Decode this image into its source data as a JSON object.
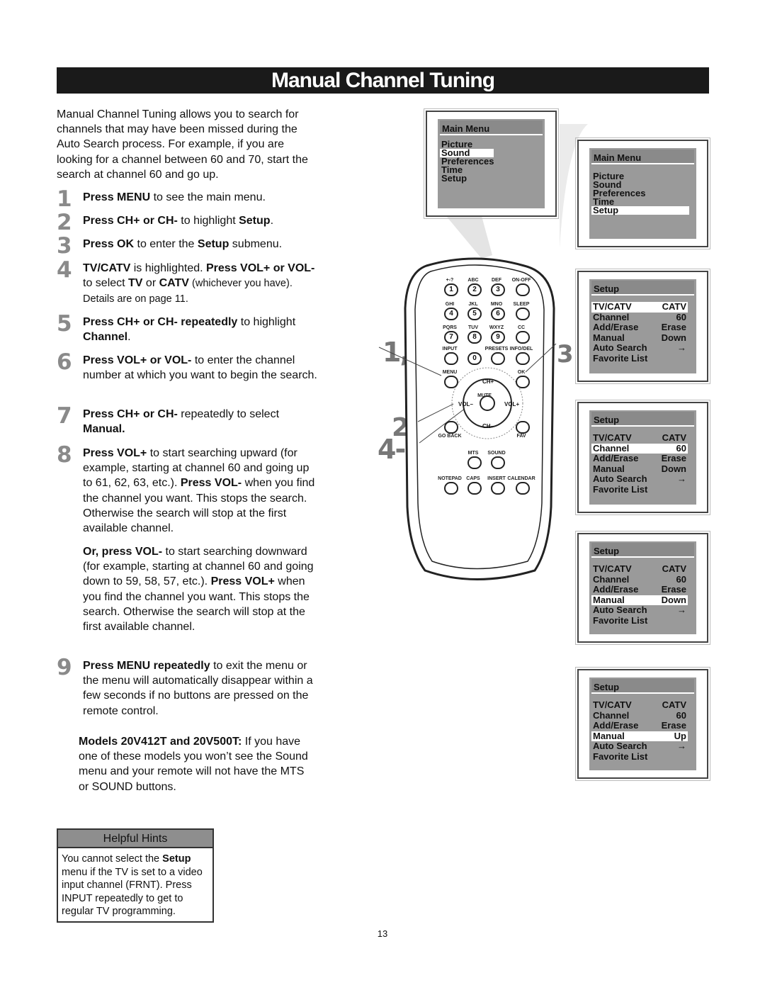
{
  "title": "Manual Channel Tuning",
  "intro": "Manual Channel Tuning allows you to search for channels that may have been missed during the Auto Search process. For example, if you are looking for a channel between 60 and 70, start the search at channel 60 and go up.",
  "steps": [
    {
      "n": "1",
      "a": "Press MENU",
      "b": " to see the main menu."
    },
    {
      "n": "2",
      "a": "Press CH+ or CH-",
      "b": " to highlight ",
      "c": "Setup",
      "d": "."
    },
    {
      "n": "3",
      "a": "Press OK",
      "b": " to enter the ",
      "c": "Setup",
      "d": " submenu."
    },
    {
      "n": "4",
      "a": "TV/CATV",
      "b": " is highlighted. ",
      "c": "Press VOL+ or VOL-",
      "d": " to select ",
      "e": "TV",
      "f": " or ",
      "g": "CATV",
      "h": " (whichever you have). Details are on page 11."
    },
    {
      "n": "5",
      "a": "Press CH+ or CH- repeatedly",
      "b": " to highlight ",
      "c": "Channel",
      "d": "."
    },
    {
      "n": "6",
      "a": "Press VOL+ or VOL-",
      "b": " to enter the channel number at which you want to begin the search."
    },
    {
      "n": "7",
      "a": "Press CH+ or CH-",
      "b": " repeatedly to select ",
      "c": "Manual."
    },
    {
      "n": "8",
      "a": "Press VOL+",
      "b": " to start searching upward (for example, starting at channel 60 and going up to 61, 62, 63, etc.). ",
      "c": "Press VOL-",
      "d": " when you find the channel you want. This stops the search. Otherwise the search will stop at the first available channel."
    },
    {
      "n": "9",
      "a": "Press MENU repeatedly",
      "b": " to exit the menu or the menu will automatically disappear within a few seconds if no buttons are pressed on the remote control."
    }
  ],
  "or_para": {
    "a": "Or, press VOL-",
    "b": " to start searching downward (for example, starting at channel 60 and going down to 59, 58, 57, etc.). ",
    "c": "Press VOL+",
    "d": " when you find the channel you want. This stops the search. Otherwise the search will stop at the first available channel."
  },
  "models_para": {
    "a": "Models 20V412T and 20V500T:",
    "b": " If you have one of these models you won’t see the Sound menu and your remote will not have the MTS or SOUND buttons."
  },
  "hints": {
    "title": "Helpful Hints",
    "a": "You cannot select the ",
    "b": "Setup",
    "c": " menu if the TV is set to a video input channel (FRNT). Press INPUT repeatedly to get to regular TV programming."
  },
  "page_number": "13",
  "callouts": {
    "c19": "1,9",
    "c3": "3",
    "c2": "2",
    "c48": "4-8"
  },
  "main_menu": {
    "title": "Main Menu",
    "items": [
      "Picture",
      "Sound",
      "Preferences",
      "Time",
      "Setup"
    ]
  },
  "setup_screens": [
    {
      "title": "Setup",
      "rows": [
        [
          "TV/CATV",
          "CATV"
        ],
        [
          "Channel",
          "60"
        ],
        [
          "Add/Erase",
          "Erase"
        ],
        [
          "Manual",
          "Down"
        ],
        [
          "Auto Search",
          "→"
        ],
        [
          "Favorite List",
          ""
        ]
      ],
      "hl": 0
    },
    {
      "title": "Setup",
      "rows": [
        [
          "TV/CATV",
          "CATV"
        ],
        [
          "Channel",
          "60"
        ],
        [
          "Add/Erase",
          "Erase"
        ],
        [
          "Manual",
          "Down"
        ],
        [
          "Auto Search",
          "→"
        ],
        [
          "Favorite List",
          ""
        ]
      ],
      "hl": 1
    },
    {
      "title": "Setup",
      "rows": [
        [
          "TV/CATV",
          "CATV"
        ],
        [
          "Channel",
          "60"
        ],
        [
          "Add/Erase",
          "Erase"
        ],
        [
          "Manual",
          "Down"
        ],
        [
          "Auto Search",
          "→"
        ],
        [
          "Favorite List",
          ""
        ]
      ],
      "hl": 3
    },
    {
      "title": "Setup",
      "rows": [
        [
          "TV/CATV",
          "CATV"
        ],
        [
          "Channel",
          "60"
        ],
        [
          "Add/Erase",
          "Erase"
        ],
        [
          "Manual",
          "Up"
        ],
        [
          "Auto Search",
          "→"
        ],
        [
          "Favorite List",
          ""
        ]
      ],
      "hl": 3
    }
  ],
  "remote": {
    "labels": [
      "+-?",
      "ABC",
      "DEF",
      "ON-OFF",
      "GHI",
      "JKL",
      "MNO",
      "SLEEP",
      "PQRS",
      "TUV",
      "WXYZ",
      "CC",
      "INPUT",
      "PRESETS",
      "INFO/DEL",
      "MENU",
      "OK",
      "MUTE",
      "GO BACK",
      "FAV",
      "MTS",
      "SOUND",
      "NOTEPAD",
      "CAPS",
      "INSERT",
      "CALENDAR"
    ],
    "digits": [
      "1",
      "2",
      "3",
      "4",
      "5",
      "6",
      "7",
      "8",
      "9",
      "0"
    ],
    "dpad": [
      "CH+",
      "CH–",
      "VOL–",
      "VOL+"
    ]
  }
}
